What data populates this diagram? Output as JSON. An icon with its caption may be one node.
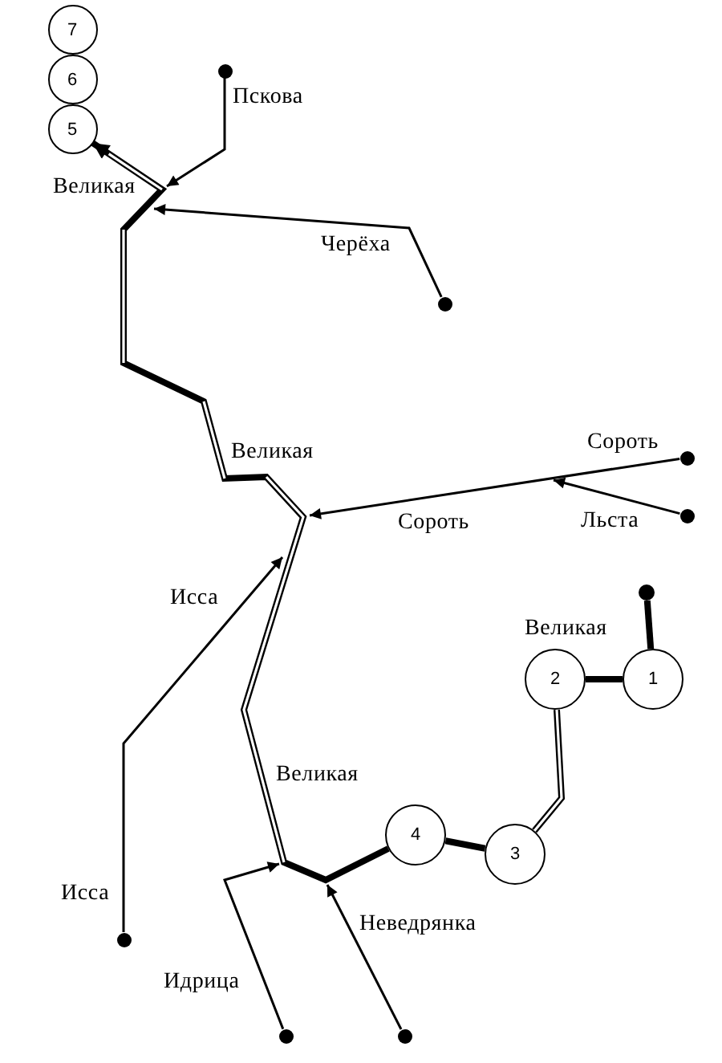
{
  "diagram": {
    "nodes": [
      {
        "text": [
          "7"
        ]
      },
      {
        "text": [],
        "shape": "dot"
      },
      {
        "text": [
          "6"
        ]
      },
      {
        "text": [
          "5"
        ]
      },
      {
        "text": [],
        "shape": "dot"
      },
      {
        "text": [],
        "shape": "dot"
      },
      {
        "text": [],
        "shape": "dot"
      },
      {
        "text": [],
        "shape": "dot"
      },
      {
        "text": [
          "2"
        ]
      },
      {
        "text": [
          "1"
        ]
      },
      {
        "text": [
          "4"
        ]
      },
      {
        "text": [
          "3"
        ]
      },
      {
        "text": [],
        "shape": "dot"
      },
      {
        "text": [],
        "shape": "dot"
      },
      {
        "text": [],
        "shape": "dot"
      }
    ],
    "edges": [
      {
        "from": 7,
        "to": 9,
        "arrow": "none",
        "style": "thick"
      },
      {
        "from": 9,
        "to": 8,
        "arrow": "none",
        "style": "thick",
        "label": "Великая"
      },
      {
        "from": 8,
        "to": 11,
        "arrow": "none",
        "style": "thick"
      },
      {
        "from": 11,
        "to": 10,
        "arrow": "none",
        "style": "thick"
      },
      {
        "from": 10,
        "to": 3,
        "arrow": "to",
        "style": "thick",
        "label": "Великая"
      },
      {
        "from": 1,
        "to": null,
        "arrow": "to",
        "label": "Пскова"
      },
      {
        "from": 4,
        "to": null,
        "arrow": "to",
        "label": "Черёха"
      },
      {
        "from": 5,
        "to": null,
        "arrow": "to",
        "label": "Сороть"
      },
      {
        "from": 6,
        "to": null,
        "arrow": "to",
        "label": "Льста"
      },
      {
        "from": 12,
        "to": null,
        "arrow": "to",
        "label": "Исса"
      },
      {
        "from": 13,
        "to": null,
        "arrow": "to",
        "label": "Идрица"
      },
      {
        "from": 14,
        "to": null,
        "arrow": "to",
        "label": "Неведрянка"
      }
    ],
    "labels": [
      "Великая",
      "Сороть",
      "Великая",
      "Исса"
    ]
  }
}
